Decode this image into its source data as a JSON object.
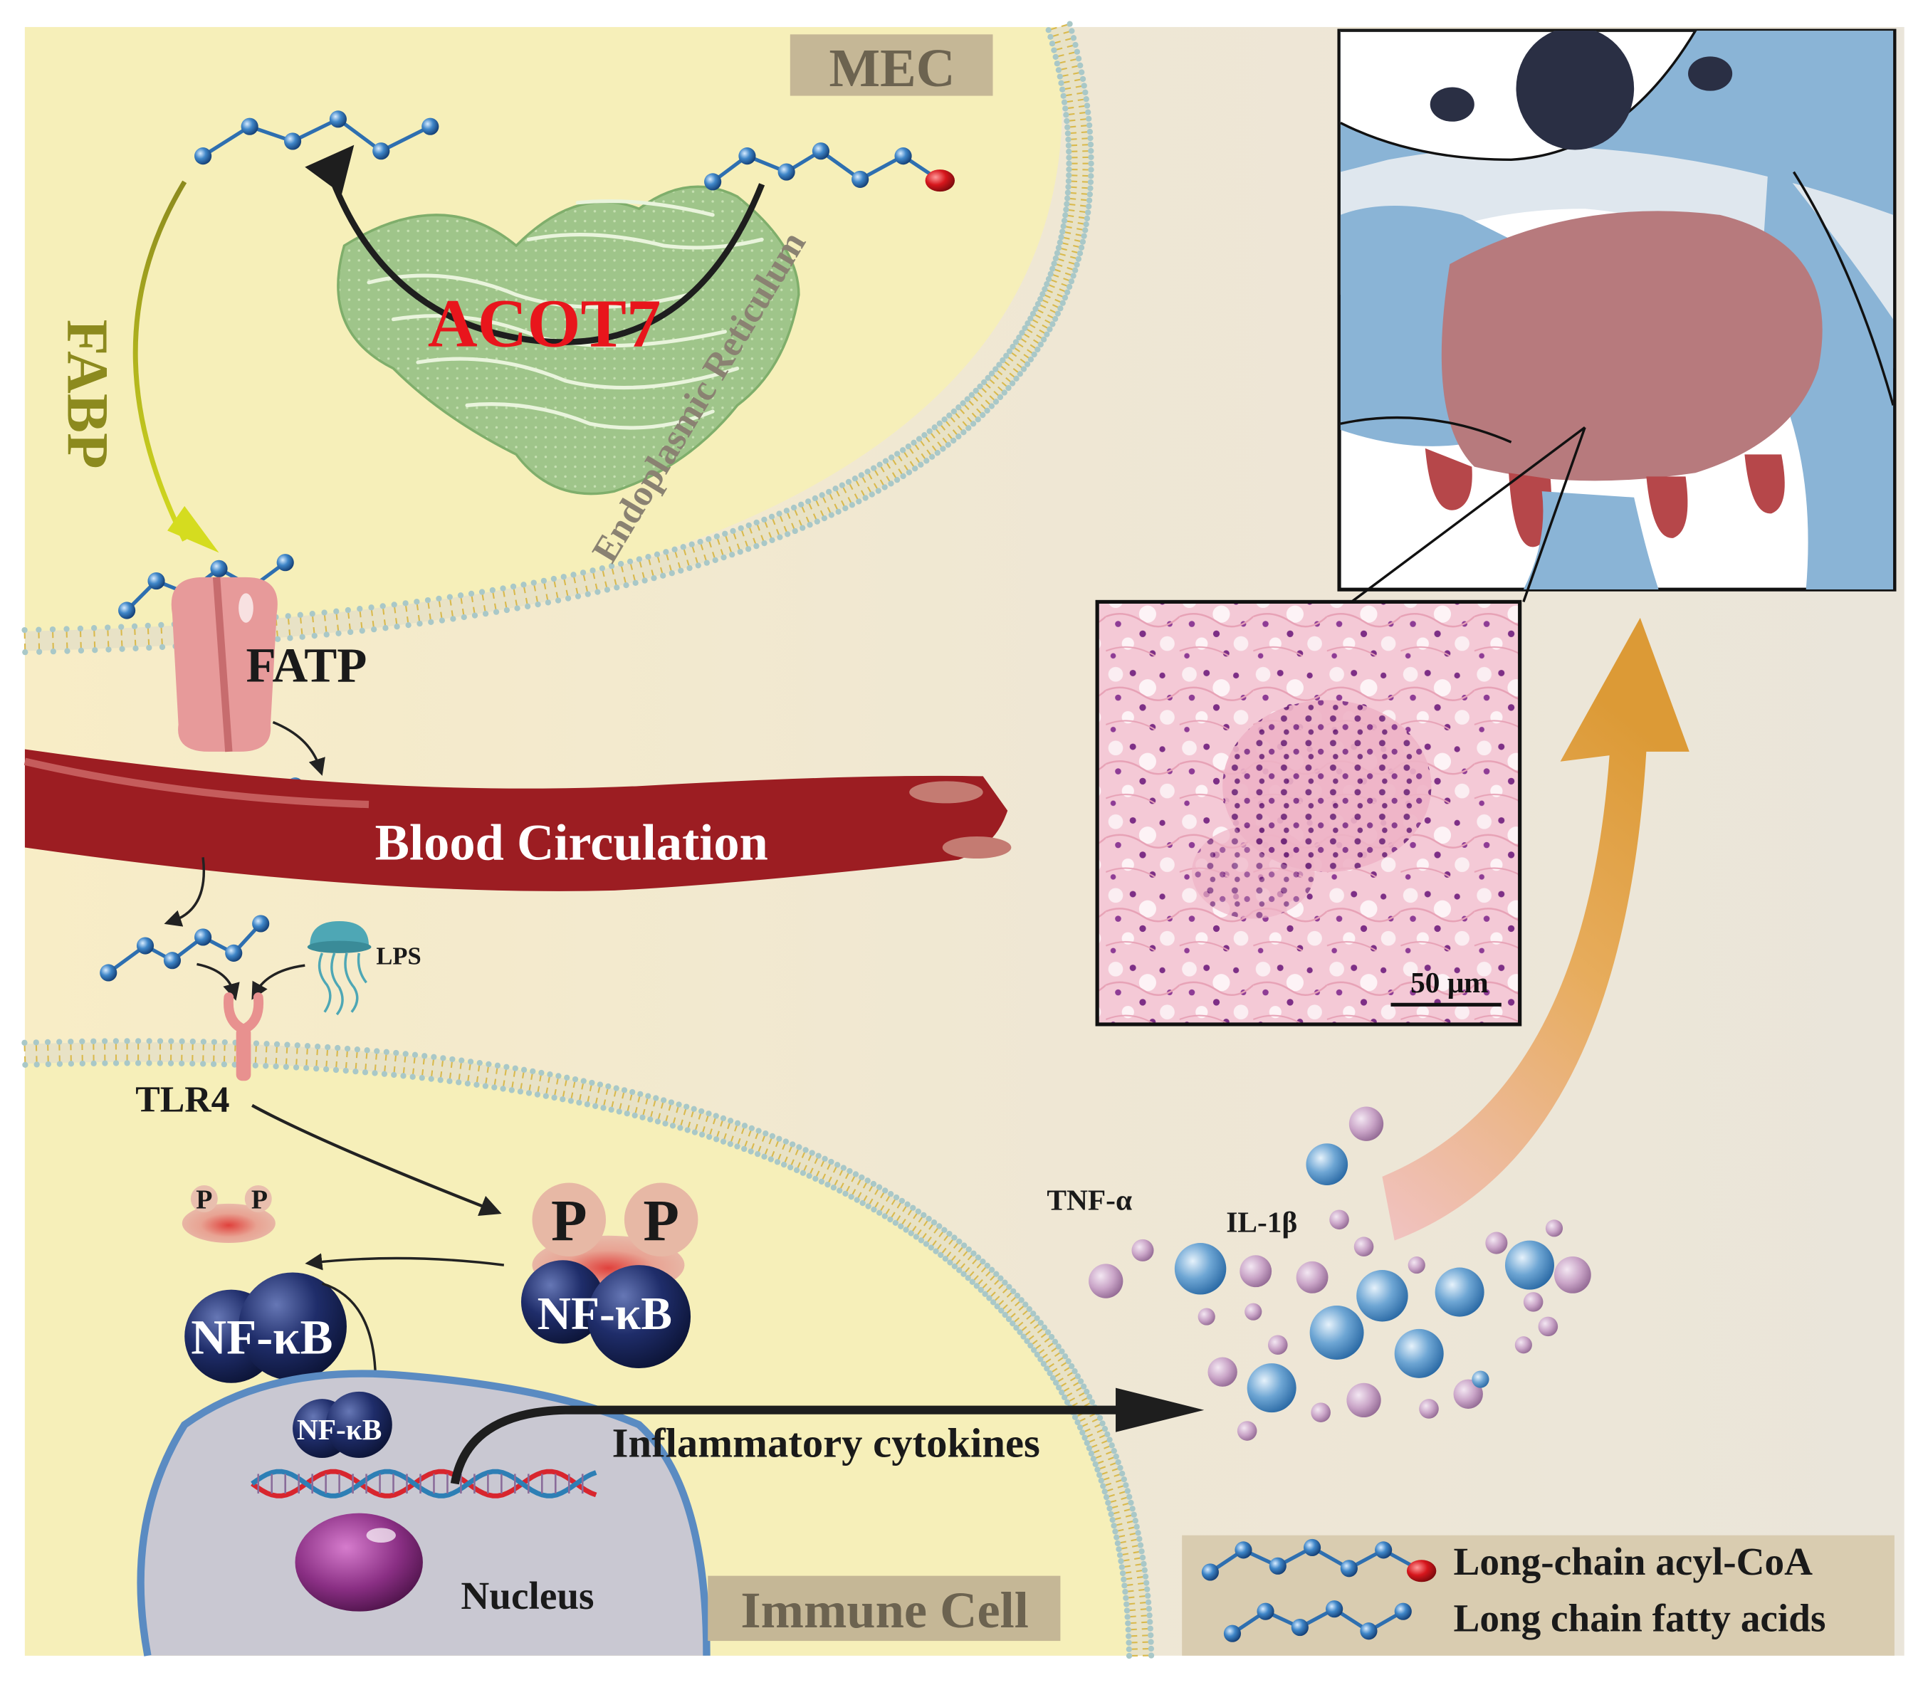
{
  "labels": {
    "mec": "MEC",
    "acot7": "ACOT7",
    "er": "Endoplasmic Reticulum",
    "fabp": "FABP",
    "fatp": "FATP",
    "blood": "Blood Circulation",
    "lps": "LPS",
    "tlr4": "TLR4",
    "p": "P",
    "nfkb": "NF-κB",
    "nucleus": "Nucleus",
    "inflammatory": "Inflammatory cytokines",
    "immune_cell": "Immune Cell",
    "tnf": "TNF-α",
    "il1b": "IL-1β",
    "scale_bar": "50 μm"
  },
  "legend": {
    "acyl_coa": "Long-chain acyl-CoA",
    "fatty_acids": "Long chain fatty acids"
  },
  "colors": {
    "background": "#f3ead9",
    "cell_fill": "#f4eec2",
    "membrane": "#a9c8c8",
    "acot7": "#e8151c",
    "fabp": "#8c8a1e",
    "blood": "#9c1d22",
    "label_box": "#c5b796",
    "legend_box": "#d9ccb0",
    "molecule": "#2e6fb0",
    "udder_blue": "#8ab4d6",
    "udder_red": "#a23a3a",
    "arrow_gold": "#e1a24a"
  }
}
